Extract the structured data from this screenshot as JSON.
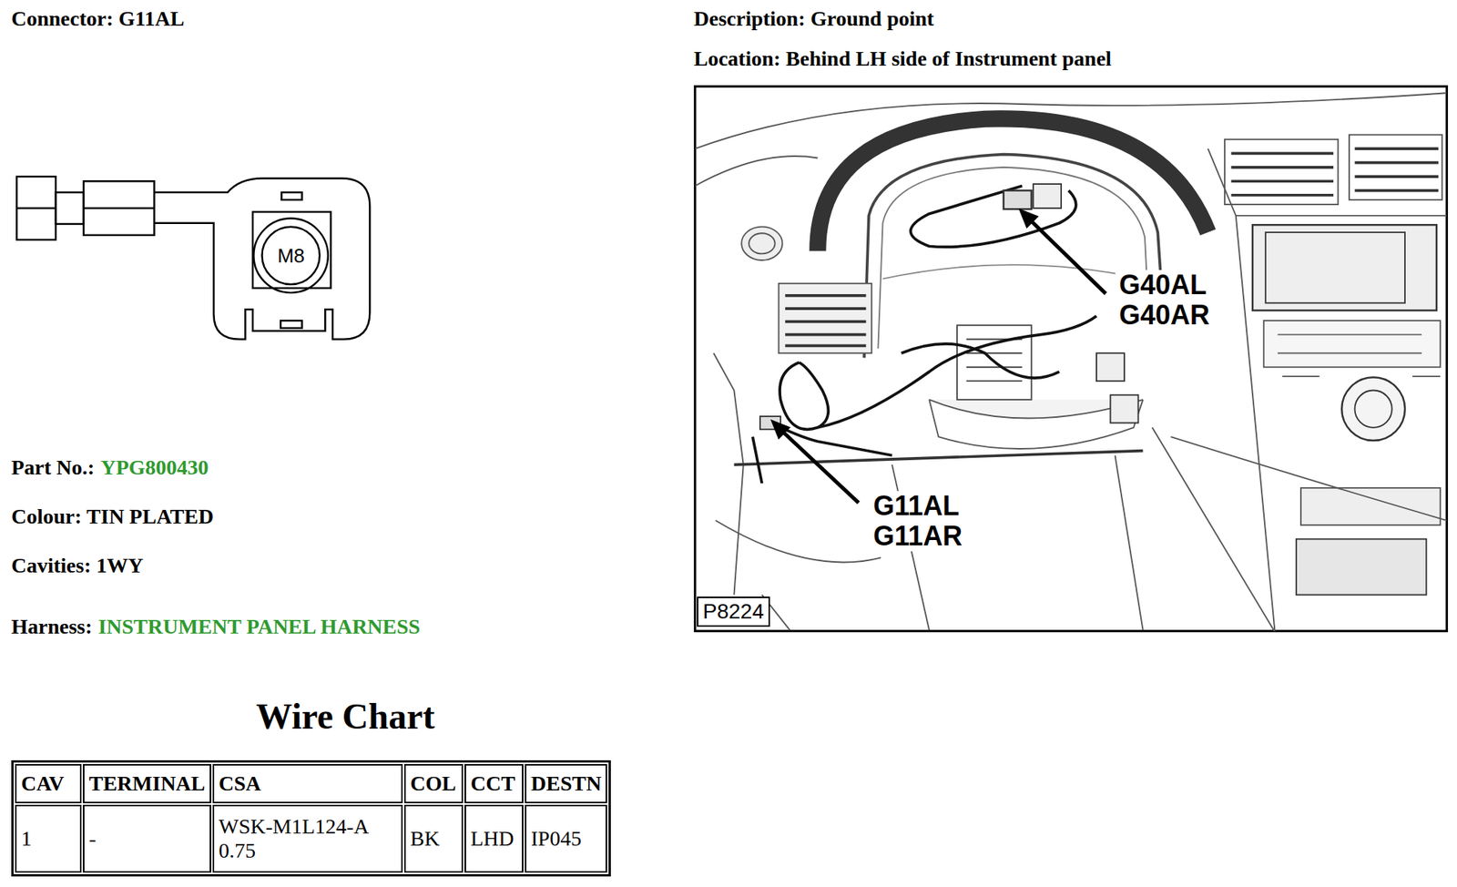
{
  "diagram": {
    "labels": [
      "Connector: G11AL",
      "Description: Ground point",
      "Location: Behind LH side of Instrument panel",
      "M8",
      "G40AL",
      "G40AR",
      "G11AL",
      "G11AR",
      "P8224",
      "Part No.:",
      "YPG800430",
      "Colour: TIN PLATED",
      "Cavities: 1WY",
      "Harness:",
      "INSTRUMENT PANEL HARNESS",
      "Wire Chart",
      "CAV",
      "TERMINAL",
      "CSA",
      "COL",
      "CCT",
      "DESTN",
      "1",
      "-",
      "WSK-M1L124-A 0.75",
      "BK",
      "LHD",
      "IP045"
    ]
  }
}
